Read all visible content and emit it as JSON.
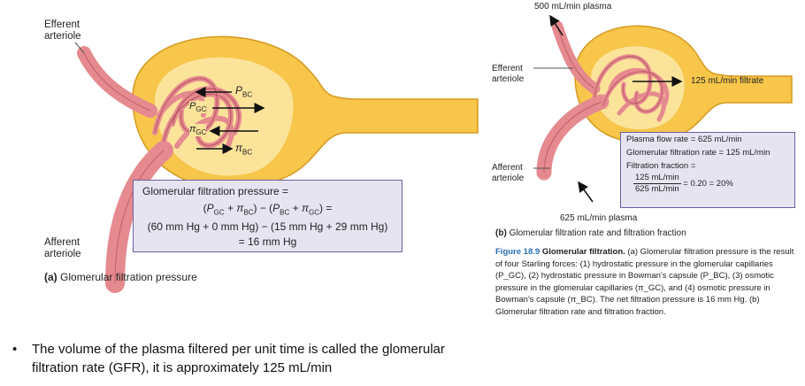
{
  "panel_a": {
    "efferent_label": "Efferent arteriole",
    "afferent_label": "Afferent arteriole",
    "force_p_bc": "P_BC",
    "force_p_gc": "P_GC",
    "force_pi_gc": "π_GC",
    "force_pi_bc": "π_BC",
    "box_title": "Glomerular filtration pressure =",
    "box_line1": "(P_GC + π_BC) − (P_BC + π_GC) =",
    "box_line2": "(60 mm Hg + 0 mm Hg) − (15 mm Hg + 29 mm Hg)",
    "box_line3": "= 16 mm Hg",
    "caption_letter": "(a)",
    "caption_text": "Glomerular filtration pressure"
  },
  "panel_b": {
    "plasma_out_label": "500 mL/min plasma",
    "efferent_label": "Efferent arteriole",
    "afferent_label": "Afferent arteriole",
    "filtrate_label": "125 mL/min filtrate",
    "plasma_in_label": "625 mL/min plasma",
    "box_line1": "Plasma flow rate = 625 mL/min",
    "box_line2": "Glomerular filtration rate = 125 mL/min",
    "box_line3": "Filtration fraction =",
    "frac_num": "125 mL/min",
    "frac_den": "625 mL/min",
    "frac_result": "= 0.20 = 20%",
    "caption_letter": "(b)",
    "caption_text": "Glomerular filtration rate and filtration fraction"
  },
  "figure_caption": {
    "title": "Figure 18.9",
    "heading": "Glomerular filtration.",
    "text": "(a) Glomerular filtration pressure is the result of four Starling forces: (1) hydrostatic pressure in the glomerular capillaries (P_GC), (2) hydrostatic pressure in Bowman's capsule (P_BC), (3) osmotic pressure in the glomerular capillaries (π_GC), and (4) osmotic pressure in Bowman's capsule (π_BC). The net filtration pressure is 16 mm Hg. (b) Glomerular filtration rate and filtration fraction."
  },
  "bullet": {
    "symbol": "•",
    "text": "The volume of the plasma filtered per unit time is called the glomerular filtration rate (GFR),  it is approximately 125 mL/min"
  },
  "colors": {
    "capsule_yellow": "#f7c64a",
    "capsule_light": "#fbe39a",
    "vessel_pink": "#e58a8f",
    "vessel_dark": "#c25f68",
    "box_fill": "#e7e4f2",
    "box_border": "#6d5fa0",
    "caption_blue": "#2a6db5"
  }
}
